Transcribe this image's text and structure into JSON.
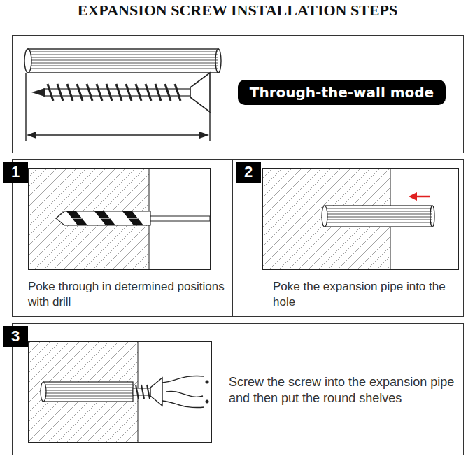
{
  "diagram": {
    "title": "EXPANSION SCREW INSTALLATION STEPS",
    "nodes": [
      {
        "text": [
          "Through-the-wall mode"
        ]
      },
      {
        "text": [
          "Poke through in determined positions with drill"
        ]
      },
      {
        "text": [
          "1"
        ],
        "in": 1
      },
      {
        "text": [
          "Poke the expansion pipe into the hole"
        ]
      },
      {
        "text": [
          "2"
        ],
        "in": 3
      },
      {
        "text": [
          "Screw the screw into the expansion pipe and then put the round shelves"
        ]
      },
      {
        "text": [
          "3"
        ],
        "in": 5
      }
    ]
  }
}
